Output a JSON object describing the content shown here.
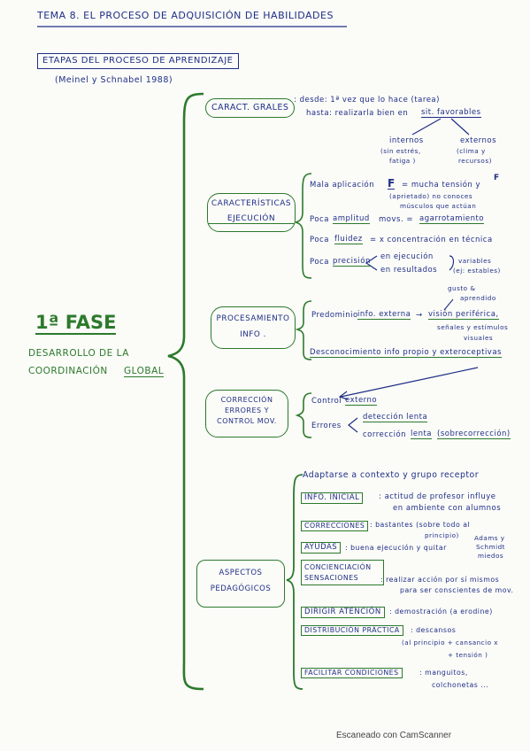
{
  "title": "TEMA 8. EL PROCESO DE ADQUISICIÓN DE HABILIDADES",
  "section": "ETAPAS DEL PROCESO DE APRENDIZAJE",
  "authors": "(Meinel y Schnabel 1988)",
  "phase": {
    "title": "1ª FASE",
    "subtitle_1": "DESARROLLO DE LA",
    "subtitle_2": "COORDINACIÓN",
    "subtitle_3": "GLOBAL"
  },
  "caract": {
    "box": "CARACT. GRALES",
    "desde": ": desde: 1ª vez que lo hace (tarea)",
    "hasta": "hasta: realizarla bien en",
    "hasta_u": "sit. favorables",
    "internos": "internos",
    "internos_sub1": "(sin estrés,",
    "internos_sub2": "fatiga )",
    "externos": "externos",
    "externos_sub1": "(clima y",
    "externos_sub2": "recursos)"
  },
  "ejec": {
    "box1": "CARACTERÍSTICAS",
    "box2": "EJECUCIÓN",
    "l1a": "Mala aplicación",
    "l1b": "= mucha tensión y",
    "l1c": "(aprietado) no conoces",
    "l1d": "músculos que actúan",
    "l2a": "Poca",
    "l2b": "amplitud",
    "l2c": "movs. =",
    "l2d": "agarrotamiento",
    "l3a": "Poca",
    "l3b": "fluidez",
    "l3c": "= x concentración en técnica",
    "l4a": "Poca",
    "l4b": "precisión",
    "l4c": "en ejecución",
    "l4d": "en resultados",
    "l4e": "variables",
    "l4f": "(ej: estables)",
    "force": "F"
  },
  "proc": {
    "box1": "PROCESAMIENTO",
    "box2": "INFO .",
    "gusto1": "gusto &",
    "gusto2": "aprendido",
    "l1a": "Predominio",
    "l1b": "info. externa",
    "l1c": "→",
    "l1d": "visión periférica,",
    "l1e": "señales y estímulos",
    "l1f": "visuales",
    "l2": "Desconocimiento info propio y exteroceptivas"
  },
  "correc": {
    "box1": "CORRECCIÓN",
    "box2": "ERRORES Y",
    "box3": "CONTROL MOV.",
    "control_a": "Control",
    "control_b": "externo",
    "errores": "Errores",
    "err1": "detección lenta",
    "err2a": "corrección",
    "err2b": "lenta",
    "err2c": "(sobrecorrección)"
  },
  "aspectos": {
    "box1": "ASPECTOS",
    "box2": "PEDAGÓGICOS",
    "adaptarse": "Adaptarse a contexto y grupo receptor",
    "info_box": "INFO. INICIAL",
    "info_a": ": actitud de profesor influye",
    "info_b": "en ambiente con alumnos",
    "correc_box": "CORRECCIONES",
    "correc_a": ": bastantes (sobre todo al",
    "correc_b": "principio)",
    "correc_c": "Adams y",
    "correc_d": "Schmidt",
    "correc_e": "miedos",
    "ayudas_box": "AYUDAS",
    "ayudas_a": ": buena ejecución y quitar",
    "concien_box1": "CONCIENCIACIÓN",
    "concien_box2": "SENSACIONES",
    "concien_a": ": realizar acción por sí mismos",
    "concien_b": "para ser conscientes de mov.",
    "dirigir_box": "DIRIGIR ATENCIÓN",
    "dirigir_a": ": demostración (a erodine)",
    "distrib_box": "DISTRIBUCIÓN PRÁCTICA",
    "distrib_a": ": descansos",
    "distrib_b": "(al principio + cansancio x",
    "distrib_c": "+ tensión )",
    "facil_box": "FACILITAR CONDICIONES",
    "facil_a": ": manguitos,",
    "facil_b": "colchonetas ..."
  },
  "footer": "Escaneado con CamScanner"
}
